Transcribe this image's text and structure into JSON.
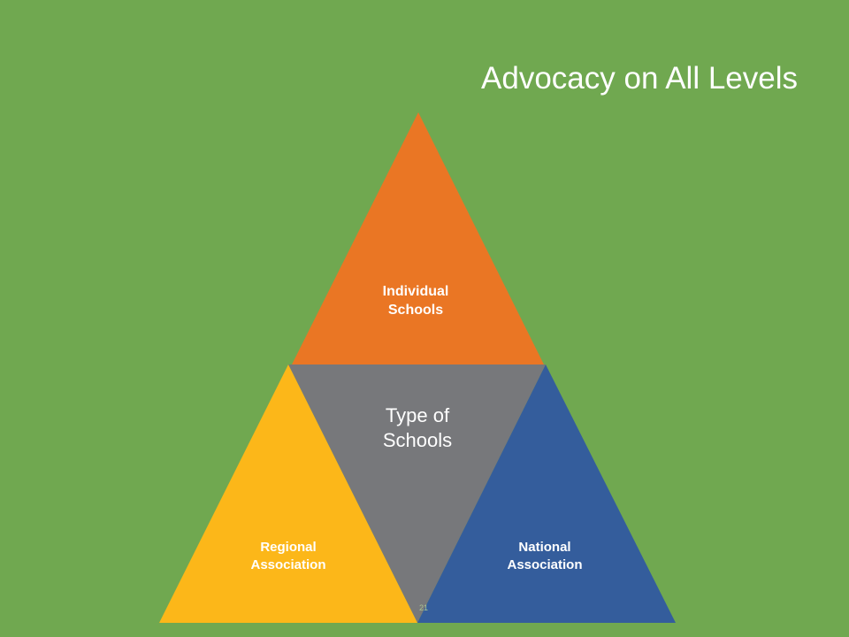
{
  "slide": {
    "title": "Advocacy on All Levels",
    "slide_number": "21"
  },
  "diagram": {
    "top": {
      "label": "Individual\nSchools",
      "color": "#ea7624"
    },
    "center": {
      "label": "Type of\nSchools",
      "color": "#77787b"
    },
    "left": {
      "label": "Regional\nAssociation",
      "color": "#fcb719"
    },
    "right": {
      "label": "National\nAssociation",
      "color": "#345d9c"
    }
  },
  "colors": {
    "background": "#70a850"
  }
}
